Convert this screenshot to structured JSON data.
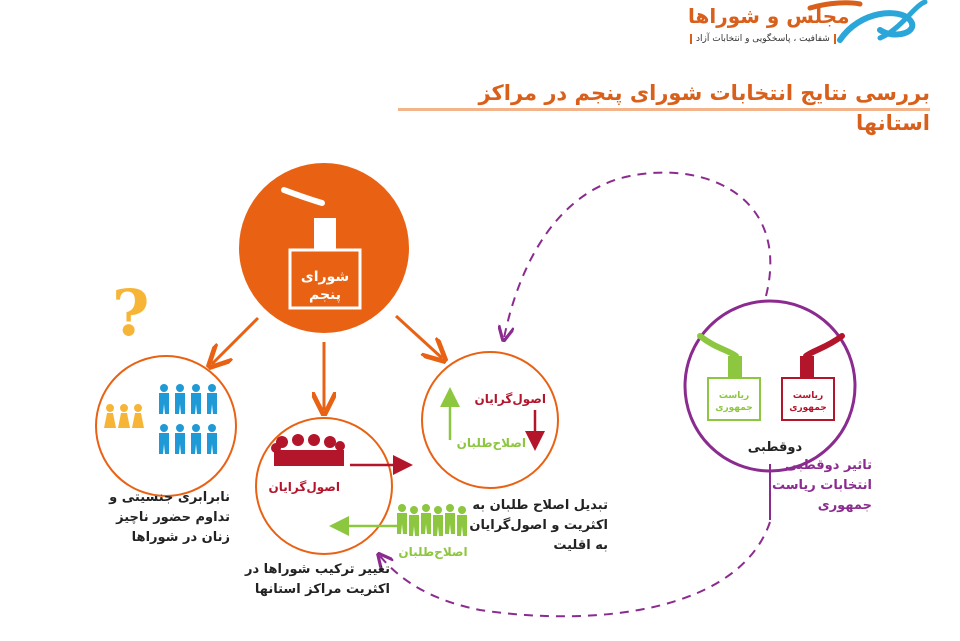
{
  "header": {
    "logo_text": "مجلس و شوراها",
    "logo_tagline": "شفافیت ، پاسخگویی و انتخابات آزاد",
    "title": "بررسی نتایج انتخابات شورای پنجم در مراکز استانها"
  },
  "central": {
    "box_label": "شورای پنجم"
  },
  "gender": {
    "caption": "نابرابری جنسیتی و تداوم حضور ناچیز زنان در شوراها",
    "symbol": "?"
  },
  "composition": {
    "group_label": "اصول‌گرایان",
    "walkers_label": "اصلاح‌طلبان",
    "caption": "تغییر ترکیب شوراها در اکثریت مراکز استانها"
  },
  "swap": {
    "up_label": "اصلاح‌طلبان",
    "down_label": "اصول‌گرایان",
    "caption": "تبدیل اصلاح طلبان به اکثریت و اصول‌گرایان به اقلیت"
  },
  "polarity": {
    "box_left_label": "ریاست جمهوری",
    "box_right_label": "ریاست جمهوری",
    "circle_caption": "دوقطبی",
    "side_caption": "تاثیر دوقطبی انتخابات ریاست جمهوری"
  },
  "colors": {
    "orange": "#e96214",
    "green": "#8dc63f",
    "red": "#b3152b",
    "purple": "#8b2b8f",
    "blue": "#1f9ad6",
    "yellow": "#f7b538"
  }
}
